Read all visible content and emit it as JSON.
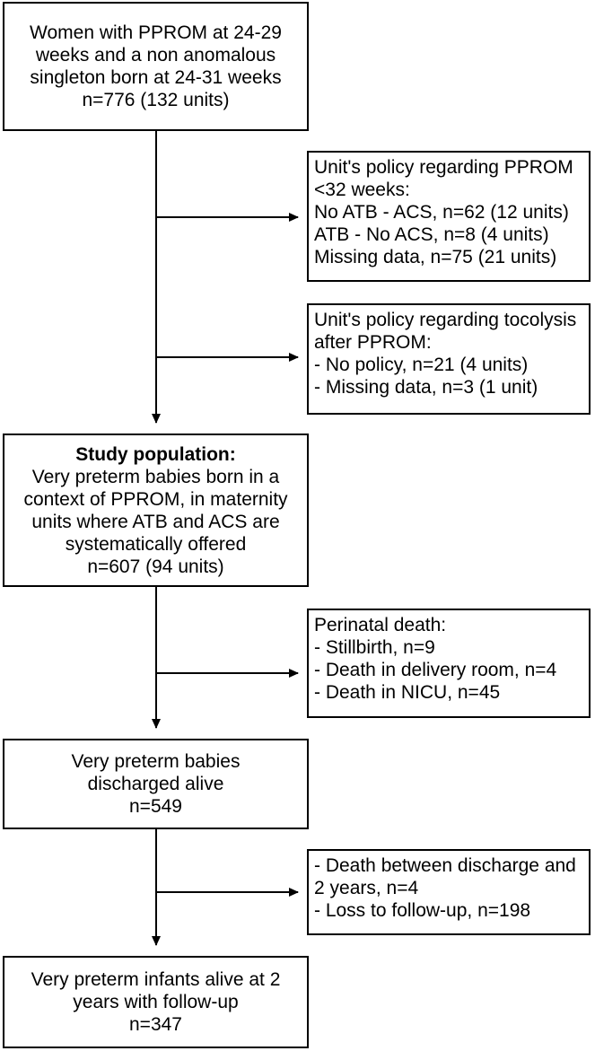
{
  "boxes": {
    "start": {
      "lines": [
        "Women with PPROM at 24-29",
        "weeks and a non anomalous",
        "singleton born at 24-31 weeks",
        "n=776 (132 units)"
      ]
    },
    "excl_atb": {
      "lines": [
        "Unit's policy regarding PPROM",
        "<32 weeks:",
        "No ATB - ACS, n=62 (12 units)",
        "ATB - No ACS, n=8 (4 units)",
        "Missing data, n=75 (21 units)"
      ]
    },
    "excl_tocolysis": {
      "lines": [
        "Unit's policy regarding tocolysis",
        "after PPROM:",
        "- No policy, n=21 (4 units)",
        "- Missing data, n=3 (1 unit)"
      ]
    },
    "study": {
      "heading": "Study population:",
      "lines": [
        "Very preterm babies born in a",
        "context of PPROM, in maternity",
        "units where ATB and ACS are",
        "systematically offered",
        "n=607 (94 units)"
      ]
    },
    "excl_death": {
      "lines": [
        "Perinatal death:",
        "- Stillbirth, n=9",
        "- Death in delivery room, n=4",
        "- Death in NICU, n=45"
      ]
    },
    "discharged": {
      "lines": [
        "Very preterm babies",
        "discharged alive",
        "n=549"
      ]
    },
    "excl_followup": {
      "lines": [
        "- Death between discharge and",
        "2 years, n=4",
        "- Loss to follow-up, n=198"
      ]
    },
    "final": {
      "lines": [
        "Very preterm infants alive at 2",
        "years with follow-up",
        "n=347"
      ]
    }
  }
}
